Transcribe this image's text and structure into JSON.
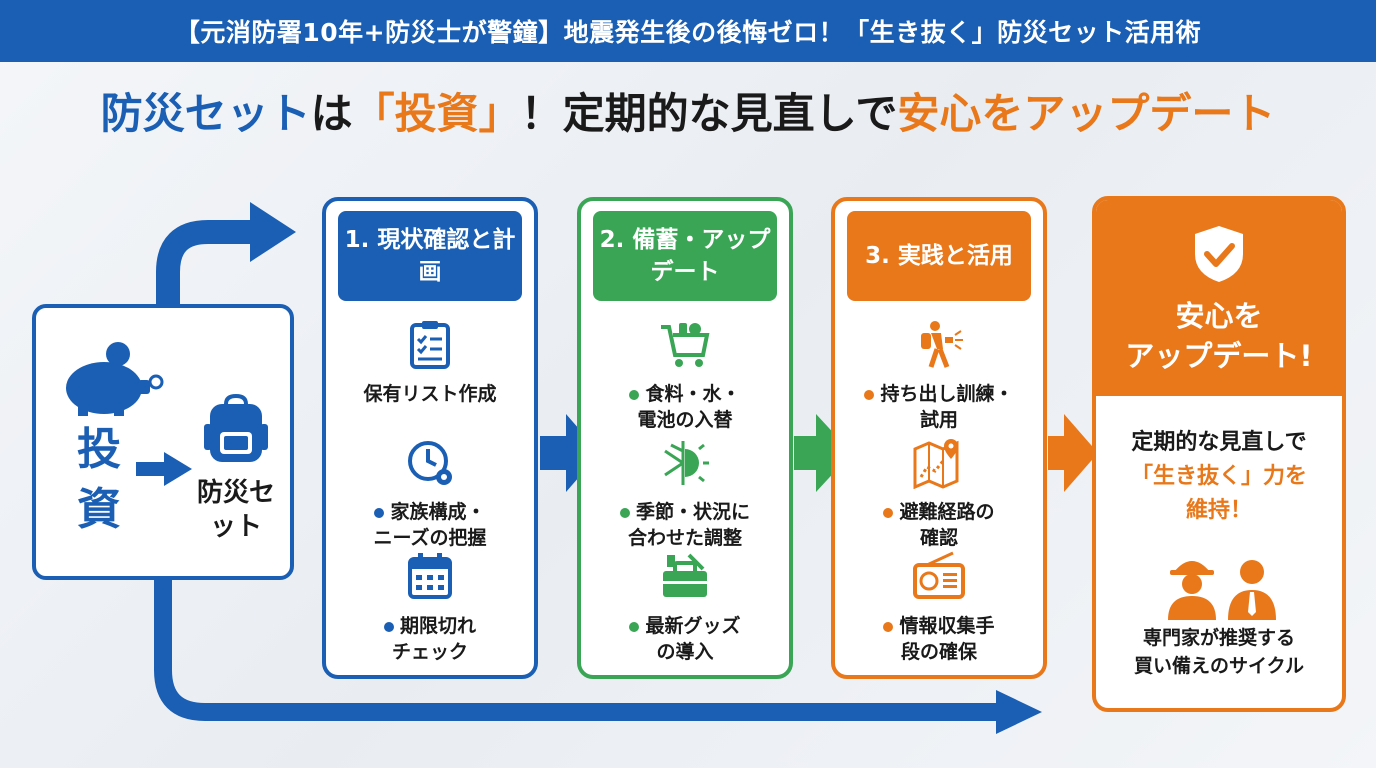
{
  "banner": {
    "title": "【元消防署10年+防災士が警鐘】地震発生後の後悔ゼロ！「生き抜く」防災セット活用術"
  },
  "headline": {
    "part1": "防災セット",
    "part2": "は",
    "part3": "「投資」",
    "part4": "！定期的な見直しで",
    "part5": "安心をアップデート"
  },
  "invest": {
    "word": "投資",
    "set_label": "防災セット"
  },
  "colors": {
    "blue": "#1a5fb4",
    "green": "#3aa655",
    "orange": "#e8781a"
  },
  "steps": [
    {
      "title": "1. 現状確認と計画",
      "items": [
        {
          "icon": "clipboard-checklist-icon",
          "text": "保有リスト作成",
          "bullet": false
        },
        {
          "icon": "clock-gear-icon",
          "text": "家族構成・\nニーズの把握",
          "bullet": true
        },
        {
          "icon": "calendar-icon",
          "text": "期限切れ\nチェック",
          "bullet": true
        }
      ]
    },
    {
      "title": "2. 備蓄・アップデート",
      "items": [
        {
          "icon": "shopping-cart-icon",
          "text": "食料・水・\n電池の入替",
          "bullet": true
        },
        {
          "icon": "snow-sun-icon",
          "text": "季節・状況に\n合わせた調整",
          "bullet": true
        },
        {
          "icon": "toolbox-icon",
          "text": "最新グッズ\nの導入",
          "bullet": true
        }
      ]
    },
    {
      "title": "3. 実践と活用",
      "items": [
        {
          "icon": "hiker-flashlight-icon",
          "text": "持ち出し訓練・\n試用",
          "bullet": true
        },
        {
          "icon": "map-route-icon",
          "text": "避難経路の\n確認",
          "bullet": true
        },
        {
          "icon": "radio-icon",
          "text": "情報収集手\n段の確保",
          "bullet": true
        }
      ]
    }
  ],
  "final": {
    "title": "安心を\nアップデート!",
    "body_line1": "定期的な見直しで",
    "body_line2": "「生き抜く」力を",
    "body_line3": "維持！",
    "note": "専門家が推奨する\n買い備えのサイクル"
  }
}
